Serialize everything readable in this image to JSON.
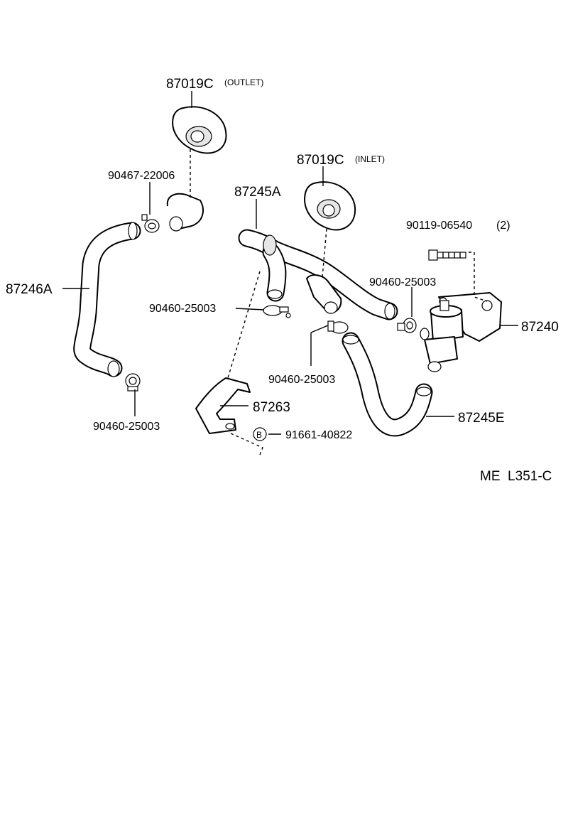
{
  "diagram": {
    "parts": {
      "p87019c_outlet": {
        "number": "87019C",
        "note": "(OUTLET)"
      },
      "p87019c_inlet": {
        "number": "87019C",
        "note": "(INLET)"
      },
      "p90467": {
        "number": "90467-22006"
      },
      "p87245a": {
        "number": "87245A"
      },
      "p90119": {
        "number": "90119-06540",
        "qty": "(2)"
      },
      "p87246a": {
        "number": "87246A"
      },
      "p90460_a": {
        "number": "90460-25003"
      },
      "p90460_b": {
        "number": "90460-25003"
      },
      "p90460_c": {
        "number": "90460-25003"
      },
      "p90460_d": {
        "number": "90460-25003"
      },
      "p87240": {
        "number": "87240"
      },
      "p87263": {
        "number": "87263"
      },
      "p91661": {
        "symbol": "B",
        "number": "91661-40822"
      },
      "p87245e": {
        "number": "87245E"
      }
    },
    "ref_code": "ME  L351-C"
  }
}
